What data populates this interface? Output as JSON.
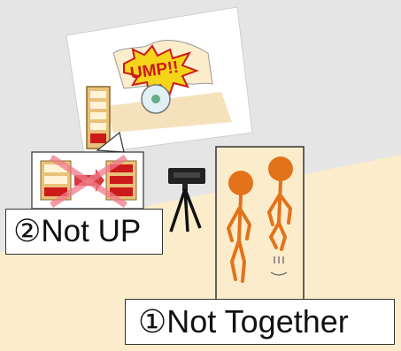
{
  "colors": {
    "floor": "#fbeccc",
    "wall": "#e5e5e5",
    "projection": "#ffffff",
    "accent_red": "#cc1a1a",
    "star_yellow": "#f5d51a",
    "figure_orange": "#e2731a",
    "tan": "#e9c17a",
    "frame": "#333333"
  },
  "icons": [
    "jump-burst-icon",
    "ladder-gauge-icon",
    "crossed-gauge-icon",
    "depth-camera-icon",
    "tripod-icon",
    "stick-figure-icon"
  ],
  "projection": {
    "burst_text": "UMP!!"
  },
  "labels": {
    "not_up": "②Not UP",
    "not_together": "①Not Together"
  }
}
